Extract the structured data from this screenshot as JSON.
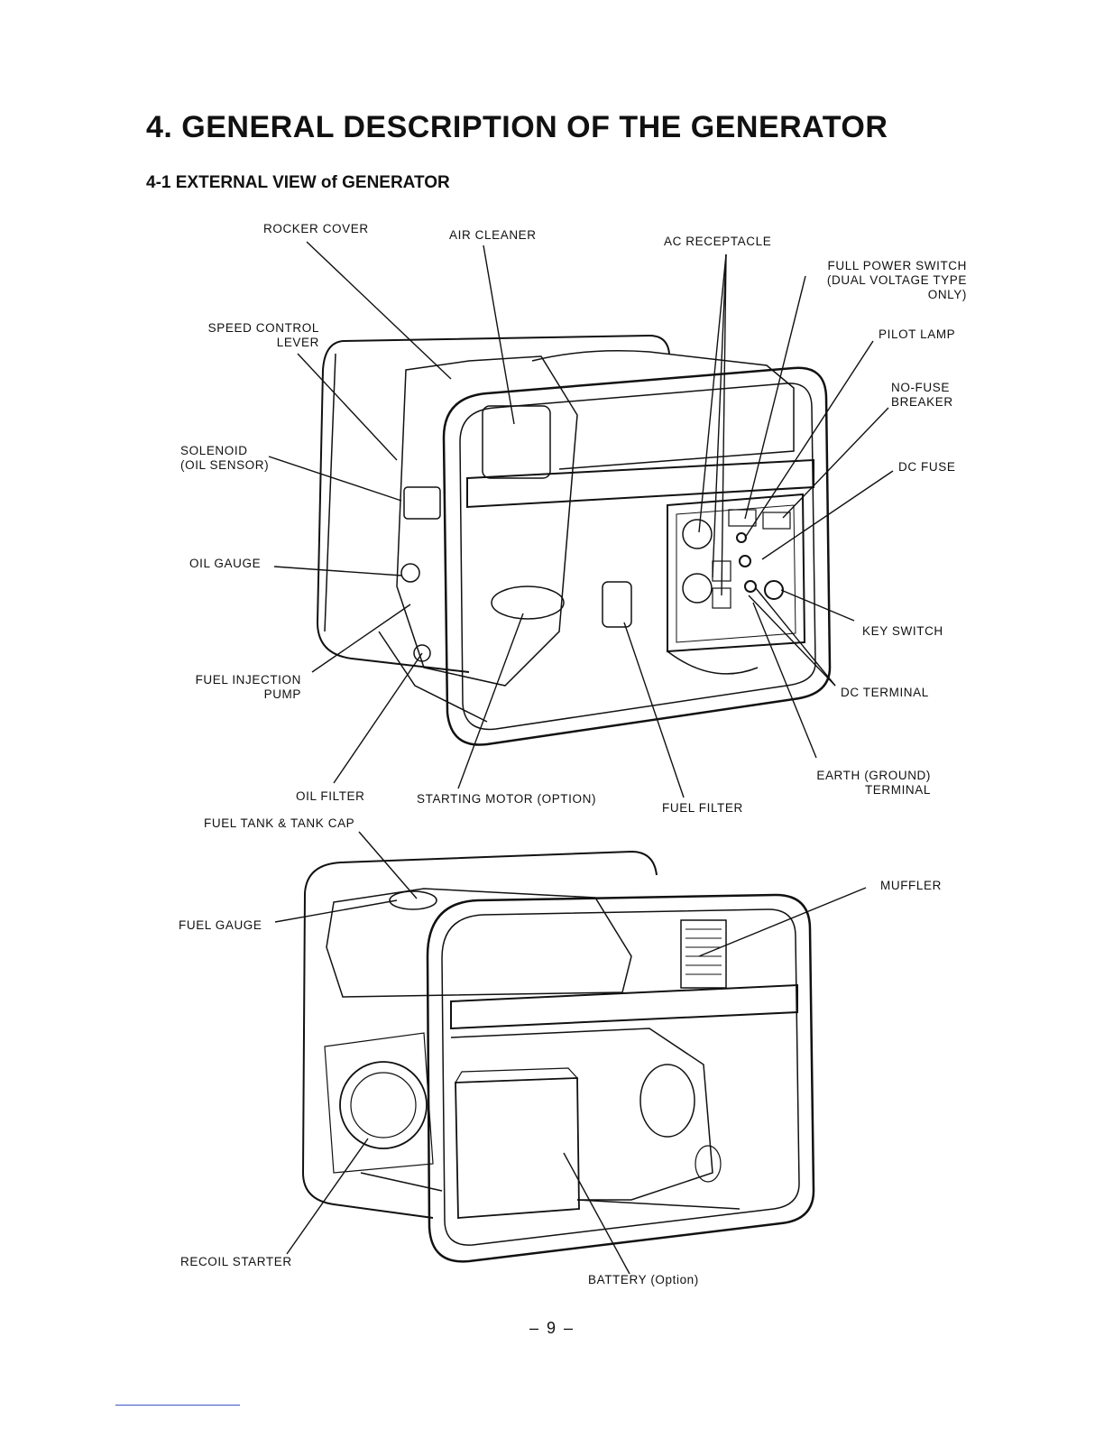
{
  "page": {
    "title": "4. GENERAL DESCRIPTION OF THE GENERATOR",
    "section": "4-1 EXTERNAL VIEW of GENERATOR",
    "page_number": "– 9 –"
  },
  "figure_top": {
    "labels": {
      "rocker_cover": "ROCKER COVER",
      "air_cleaner": "AIR CLEANER",
      "ac_receptacle": "AC RECEPTACLE",
      "full_power_switch": "FULL POWER SWITCH\n(DUAL VOLTAGE TYPE\nONLY)",
      "speed_control_lever": "SPEED CONTROL\nLEVER",
      "pilot_lamp": "PILOT LAMP",
      "no_fuse_breaker": "NO-FUSE\nBREAKER",
      "solenoid": "SOLENOID\n(OIL SENSOR)",
      "dc_fuse": "DC FUSE",
      "oil_gauge": "OIL GAUGE",
      "key_switch": "KEY SWITCH",
      "fuel_injection_pump": "FUEL INJECTION\nPUMP",
      "dc_terminal": "DC TERMINAL",
      "earth_terminal": "EARTH (GROUND)\nTERMINAL",
      "oil_filter": "OIL FILTER",
      "starting_motor": "STARTING MOTOR (OPTION)",
      "fuel_filter": "FUEL FILTER"
    }
  },
  "figure_bottom": {
    "labels": {
      "fuel_tank": "FUEL TANK & TANK CAP",
      "muffler": "MUFFLER",
      "fuel_gauge": "FUEL GAUGE",
      "recoil_starter": "RECOIL STARTER",
      "battery": "BATTERY (Option)"
    }
  }
}
